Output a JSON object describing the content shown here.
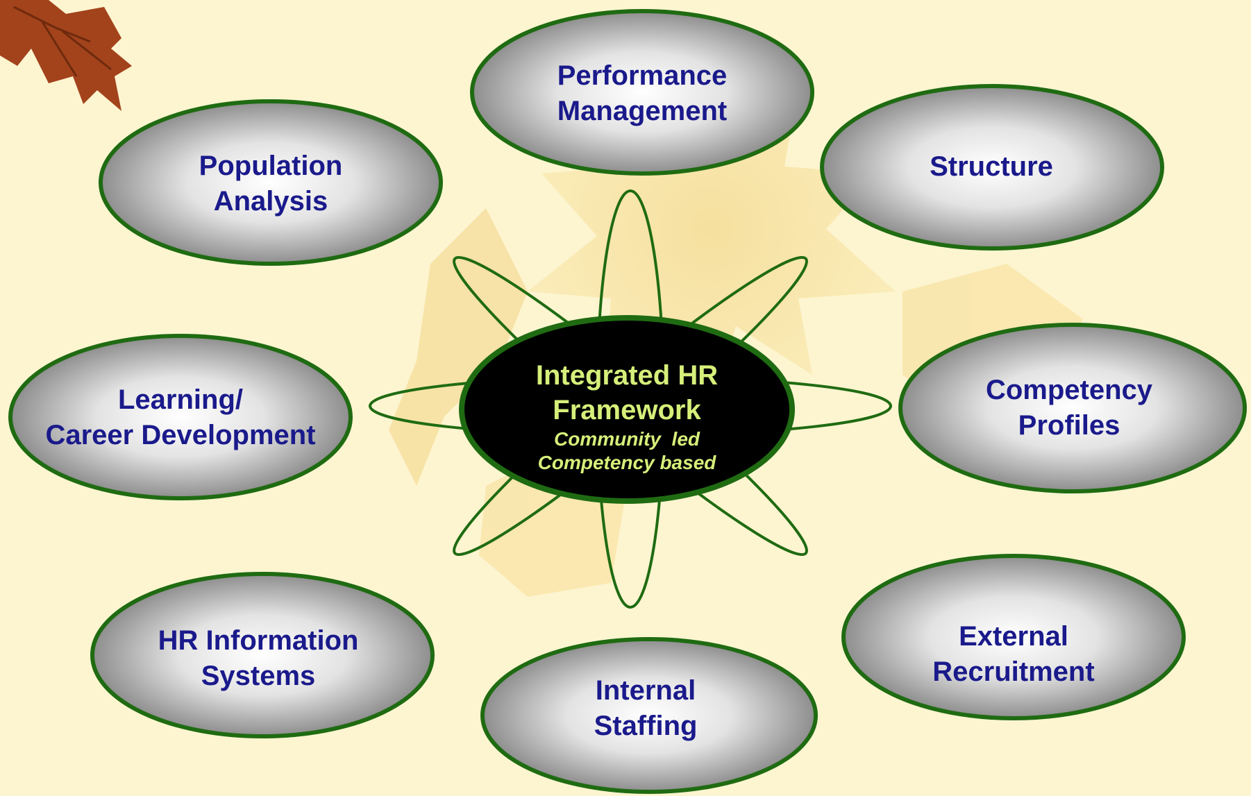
{
  "colors": {
    "background": "#fdf5d0",
    "node_outline": "#1f6b12",
    "node_text": "#1a1a8c",
    "center_fill": "#000000",
    "center_text": "#d6ef7a",
    "petal_stroke": "#1f6b12"
  },
  "diagram": {
    "center": {
      "title_line1": "Integrated HR",
      "title_line2": "Framework",
      "sub_line1": "Community  led",
      "sub_line2": "Competency based"
    },
    "nodes": {
      "performance": {
        "line1": "Performance",
        "line2": "Management"
      },
      "structure": {
        "line1": "Structure"
      },
      "competency": {
        "line1": "Competency",
        "line2": "Profiles"
      },
      "external": {
        "line1": "External",
        "line2": "Recruitment"
      },
      "internal": {
        "line1": "Internal",
        "line2": "Staffing"
      },
      "hris": {
        "line1": "HR Information",
        "line2": "Systems"
      },
      "learning": {
        "line1": "Learning/",
        "line2": "Career Development"
      },
      "population": {
        "line1": "Population",
        "line2": "Analysis"
      }
    }
  },
  "decorations": [
    "maple-leaf-icon",
    "background-leaf-watermark"
  ]
}
